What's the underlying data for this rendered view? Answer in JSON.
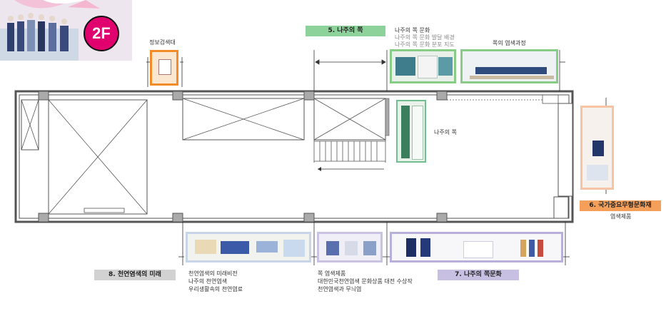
{
  "floor": {
    "label": "2F"
  },
  "badges": {
    "b5": {
      "label": "5. 나주의 쪽",
      "color": "#8dd29b"
    },
    "b6": {
      "label": "6. 국가중요무형문화재",
      "color": "#f4a05a"
    },
    "b7": {
      "label": "7. 나주의 쪽문화",
      "color": "#c7c0e2"
    },
    "b8": {
      "label": "8. 천연염색의 미래",
      "color": "#d2d2d2"
    }
  },
  "labels": {
    "info_search": "정보검색대",
    "jok_culture_title": "나주의 쪽 문화",
    "jok_culture_sub1": "나주의 쪽 문화 발달 배경",
    "jok_culture_sub2": "나주의 쪽 문화 분포 지도",
    "dye_process": "쪽의 염색과정",
    "najoo_jok": "나주의 쪽",
    "dye_products": "염색제품",
    "future_l1": "천연염색의 미래비전",
    "future_l2": "나주의 천연염색",
    "future_l3": "우리생활속의 천연염료",
    "center_l1": "쪽 염색제품",
    "center_l2": "대한민국천연염색 문화상품 대전 수상작",
    "center_l3": "천연염색과 무늬염"
  }
}
